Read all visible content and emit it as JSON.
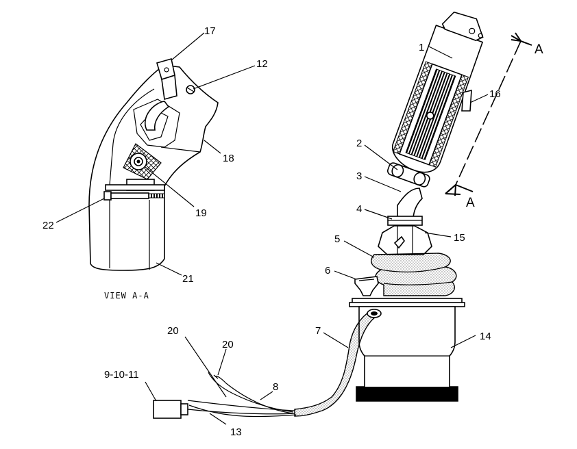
{
  "view_caption": "VIEW A-A",
  "section_marks": {
    "top": "A",
    "bottom": "A"
  },
  "callouts": {
    "c1": "1",
    "c2": "2",
    "c3": "3",
    "c4": "4",
    "c5": "5",
    "c6": "6",
    "c7": "7",
    "c8": "8",
    "c9_10_11": "9-10-11",
    "c12": "12",
    "c13": "13",
    "c14": "14",
    "c15": "15",
    "c16": "16",
    "c17": "17",
    "c18": "18",
    "c19": "19",
    "c20a": "20",
    "c20b": "20",
    "c21": "21",
    "c22": "22"
  }
}
